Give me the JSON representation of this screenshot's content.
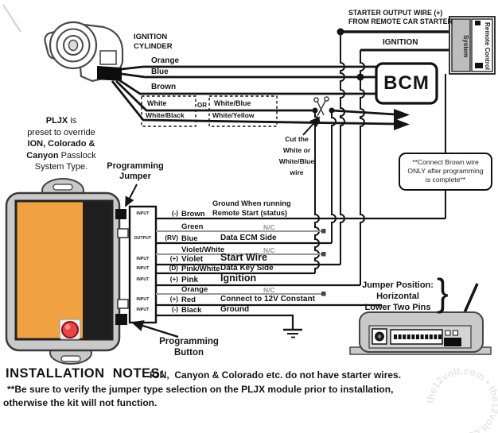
{
  "ignition_cylinder": {
    "l1": "IGNITION",
    "l2": "CYLINDER"
  },
  "top": {
    "starter_l1": "STARTER OUTPUT WIRE (+)",
    "starter_l2": "FROM REMOTE CAR STARTER",
    "ignition": "IGNITION",
    "bcm": "BCM",
    "system": "System",
    "remote_control": "Remote Control"
  },
  "switch_wires": {
    "orange": "Orange",
    "blue": "Blue",
    "brown": "Brown",
    "white": "White",
    "white_black": "White/Black",
    "or": "OR",
    "white_blue": "White/Blue",
    "white_yellow": "White/Yellow"
  },
  "cut_note": {
    "l1": "Cut the",
    "l2": "White or",
    "l3": "White/Blue",
    "l4": "wire"
  },
  "pljx": {
    "l1b": "PLJX",
    "l1r": " is",
    "l2": "preset to override",
    "l3": "ION, Colorado &",
    "l4b": "Canyon",
    "l4r": " Passlock",
    "l5": "System Type."
  },
  "prog_jumper": {
    "l1": "Programming",
    "l2": "Jumper"
  },
  "prog_button": {
    "l1": "Programming",
    "l2": "Button"
  },
  "brown_note": {
    "l1": "**Connect Brown wire",
    "l2": "ONLY after programming",
    "l3": "is complete**"
  },
  "jumper_pos": {
    "l1": "Jumper Position:",
    "l2": "Horizontal",
    "l3": "Lower Two Pins",
    "brace": "}"
  },
  "table": {
    "ground_running_l1": "Ground When running",
    "ground_running_l2": "Remote Start (status)",
    "rows": [
      {
        "io": "INPUT",
        "marker": "(-)",
        "name": "Brown",
        "function": ""
      },
      {
        "io": "",
        "marker": "",
        "name": "Green",
        "function": "N/C"
      },
      {
        "io": "OUTPUT",
        "marker": "(RV)",
        "name": "Blue",
        "function": "Data ECM Side"
      },
      {
        "io": "",
        "marker": "",
        "name": "Violet/White",
        "function": "N/C"
      },
      {
        "io": "INPUT",
        "marker": "(+)",
        "name": "Violet",
        "function": "Start Wire"
      },
      {
        "io": "INPUT",
        "marker": "(D)",
        "name": "Pink/White",
        "function": "Data Key Side"
      },
      {
        "io": "INPUT",
        "marker": "(+)",
        "name": "Pink",
        "function": "Ignition"
      },
      {
        "io": "",
        "marker": "",
        "name": "Orange",
        "function": "N/C"
      },
      {
        "io": "INPUT",
        "marker": "(+)",
        "name": "Red",
        "function": "Connect to 12V Constant"
      },
      {
        "io": "INPUT",
        "marker": "(-)",
        "name": "Black",
        "function": "Ground"
      }
    ]
  },
  "notes": {
    "title": "INSTALLATION  NOTES:",
    "l1": "ION,  Canyon & Colorado etc. do not have starter wires.",
    "l2": "**Be sure to verify the jumper type selection on the PLJX module prior to installation,",
    "l3": "otherwise the kit will not function."
  },
  "watermark": "the12volt.com • the12volt.com •",
  "colors": {
    "module_orange": "#f0a243",
    "nc_gray": "#989898",
    "wire_black": "#141414",
    "module_gray": "#c9c9c9",
    "red_button": "#e84545"
  }
}
